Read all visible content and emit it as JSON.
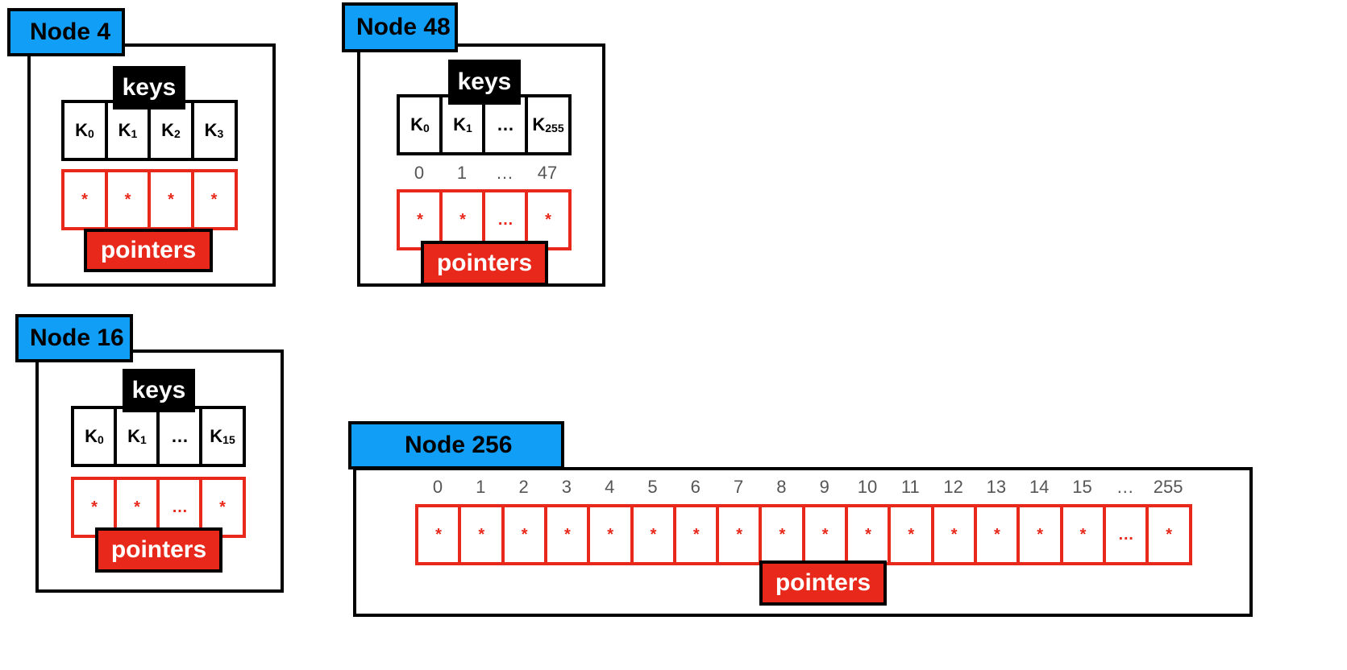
{
  "colors": {
    "tab": "#119ef6",
    "pointer": "#e8281b",
    "key_border": "#000000",
    "index_text": "#555555"
  },
  "node4": {
    "title": "Node 4",
    "keys_label": "keys",
    "pointers_label": "pointers",
    "keys": [
      {
        "base": "K",
        "sub": "0"
      },
      {
        "base": "K",
        "sub": "1"
      },
      {
        "base": "K",
        "sub": "2"
      },
      {
        "base": "K",
        "sub": "3"
      }
    ],
    "pointers": [
      "*",
      "*",
      "*",
      "*"
    ]
  },
  "node48": {
    "title": "Node 48",
    "keys_label": "keys",
    "pointers_label": "pointers",
    "keys": [
      {
        "base": "K",
        "sub": "0"
      },
      {
        "base": "K",
        "sub": "1"
      },
      {
        "base": "…",
        "sub": ""
      },
      {
        "base": "K",
        "sub": "255"
      }
    ],
    "indices": [
      "0",
      "1",
      "…",
      "47"
    ],
    "pointers": [
      "*",
      "*",
      "…",
      "*"
    ]
  },
  "node16": {
    "title": "Node 16",
    "keys_label": "keys",
    "pointers_label": "pointers",
    "keys": [
      {
        "base": "K",
        "sub": "0"
      },
      {
        "base": "K",
        "sub": "1"
      },
      {
        "base": "…",
        "sub": ""
      },
      {
        "base": "K",
        "sub": "15"
      }
    ],
    "pointers": [
      "*",
      "*",
      "…",
      "*"
    ]
  },
  "node256": {
    "title": "Node 256",
    "pointers_label": "pointers",
    "indices": [
      "0",
      "1",
      "2",
      "3",
      "4",
      "5",
      "6",
      "7",
      "8",
      "9",
      "10",
      "11",
      "12",
      "13",
      "14",
      "15",
      "…",
      "255"
    ],
    "pointers": [
      "*",
      "*",
      "*",
      "*",
      "*",
      "*",
      "*",
      "*",
      "*",
      "*",
      "*",
      "*",
      "*",
      "*",
      "*",
      "*",
      "…",
      "*"
    ]
  }
}
